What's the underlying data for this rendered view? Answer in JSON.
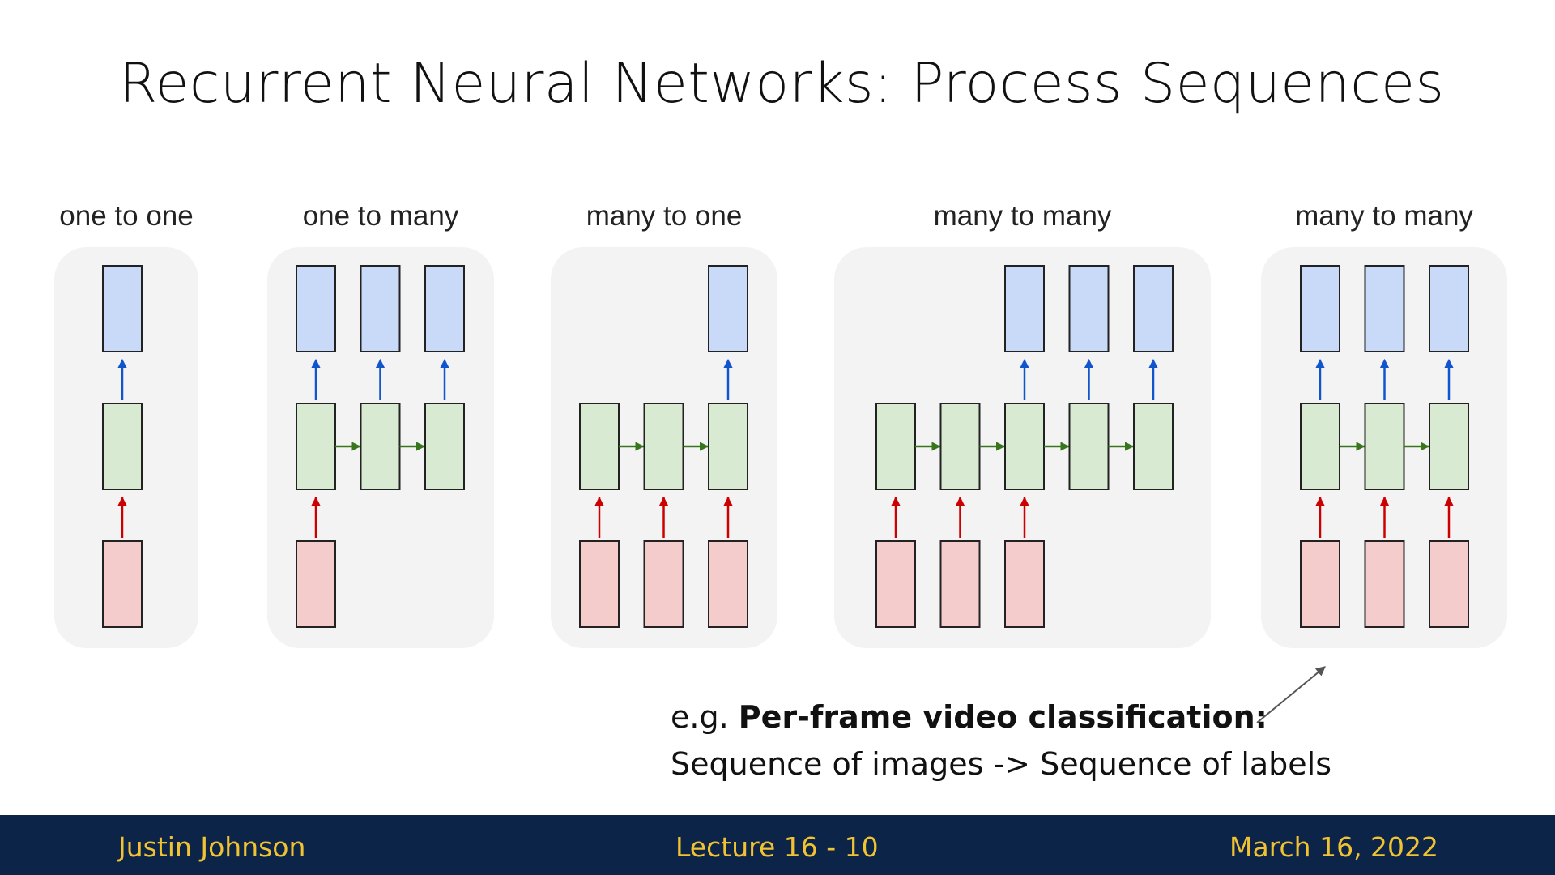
{
  "slide": {
    "title": "Recurrent Neural Networks: Process Sequences"
  },
  "diagrams": [
    {
      "label": "one to one",
      "inputs": [
        1
      ],
      "hidden": [
        1
      ],
      "outputs": [
        1
      ]
    },
    {
      "label": "one to many",
      "inputs": [
        1,
        0,
        0
      ],
      "hidden": [
        1,
        1,
        1
      ],
      "outputs": [
        1,
        1,
        1
      ]
    },
    {
      "label": "many to one",
      "inputs": [
        1,
        1,
        1
      ],
      "hidden": [
        1,
        1,
        1
      ],
      "outputs": [
        0,
        0,
        1
      ]
    },
    {
      "label": "many to many",
      "inputs": [
        1,
        1,
        1,
        0,
        0
      ],
      "hidden": [
        1,
        1,
        1,
        1,
        1
      ],
      "outputs": [
        0,
        0,
        1,
        1,
        1
      ]
    },
    {
      "label": "many to many",
      "inputs": [
        1,
        1,
        1
      ],
      "hidden": [
        1,
        1,
        1
      ],
      "outputs": [
        1,
        1,
        1
      ]
    }
  ],
  "caption": {
    "prefix": "e.g. ",
    "bold": "Per-frame video classification:",
    "line2": "Sequence of images -> Sequence of labels"
  },
  "footer": {
    "author": "Justin Johnson",
    "lecture": "Lecture 16 -  10",
    "date": "March 16, 2022"
  },
  "colors": {
    "input_fill": "#f4cccc",
    "hidden_fill": "#d9ead3",
    "output_fill": "#c9daf8",
    "input_arrow": "#cc0000",
    "hidden_arrow": "#38761d",
    "output_arrow": "#1155cc",
    "panel_bg": "#f3f3f3",
    "footer_bg": "#0b2447",
    "footer_text": "#f1c232"
  }
}
